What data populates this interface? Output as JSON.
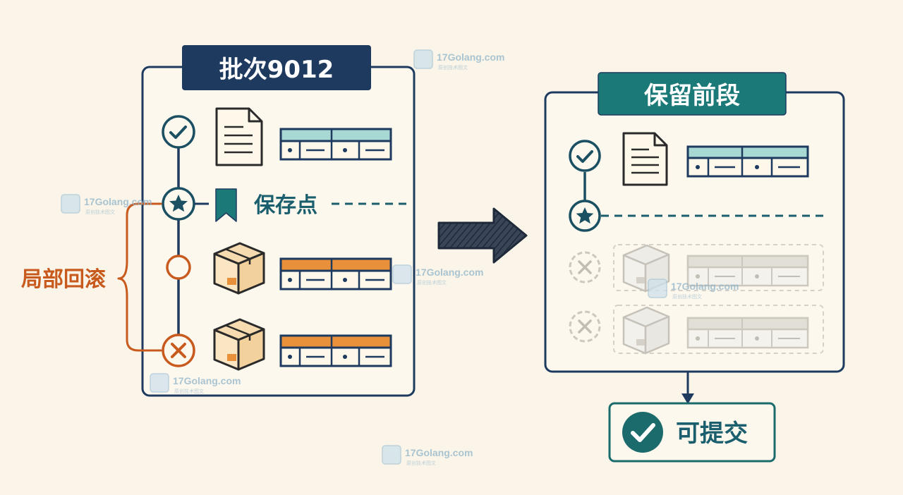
{
  "left_panel": {
    "title": "批次9012",
    "savepoint_label": "保存点",
    "rollback_label": "局部回滚"
  },
  "right_panel": {
    "title": "保留前段"
  },
  "commit": {
    "label": "可提交"
  },
  "watermark": {
    "text": "17Golang.com",
    "subtext": "原创技术图文"
  },
  "colors": {
    "navy": "#1e3a5f",
    "teal": "#1b7a78",
    "teal_light": "#a8d8d4",
    "orange": "#e8913a",
    "rust": "#c85a1e",
    "gray": "#c9c6bd",
    "background": "#faf5e8"
  },
  "icons": {
    "check": "check-circle-icon",
    "star": "star-circle-icon",
    "open_circle": "open-circle-icon",
    "cross": "cross-circle-icon",
    "document": "document-icon",
    "box": "box-icon",
    "bookmark": "bookmark-icon",
    "arrow": "arrow-right-icon"
  }
}
